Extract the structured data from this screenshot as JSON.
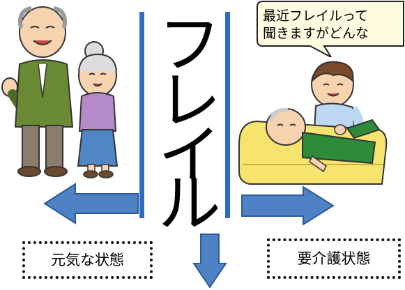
{
  "vertical_title": [
    "フ",
    "レ",
    "イ",
    "ル"
  ],
  "speech_bubble": {
    "line1": "最近フレイルって",
    "line2": "聞きますがどんな"
  },
  "left_box_label": "元気な状態",
  "right_box_label": "要介護状態",
  "colors": {
    "arrow_blue": "#4f82c4",
    "arrow_outline": "#2a5a97",
    "divider_blue": "#2f6cc1",
    "bubble_fill": "#fffbe0",
    "bed_yellow": "#f7e46e"
  },
  "illustrations": [
    "elderly-couple-illustration",
    "bedridden-patient-with-caregiver-illustration"
  ],
  "icons": [
    "arrow-left-icon",
    "arrow-right-icon",
    "arrow-down-icon"
  ]
}
